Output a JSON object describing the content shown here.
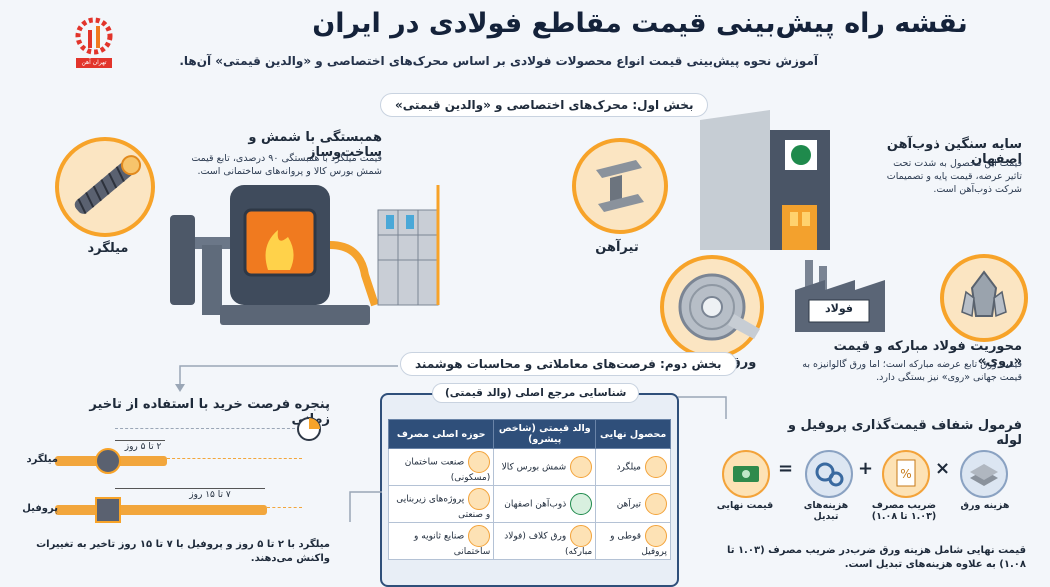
{
  "header": {
    "title": "نقشه راه پیش‌بینی قیمت مقاطع فولادی در ایران",
    "subtitle": "آموزش نحوه پیش‌بینی قیمت انواع محصولات فولادی بر اساس محرک‌های اختصاصی و «والدین قیمتی» آن‌ها.",
    "logo_text": "تهران آهن"
  },
  "section1": {
    "label": "بخش اول: محرک‌های اختصاصی و «والدین قیمتی»",
    "rebar": {
      "heading": "همبستگی با شمش و ساخت‌وساز",
      "body": "قیمت میلگرد با همبستگی ۹۰ درصدی، تابع قیمت شمش بورس کالا و پروانه‌های ساختمانی است.",
      "label": "میلگرد"
    },
    "beam": {
      "heading": "سایه سنگین ذوب‌آهن اصفهان",
      "body": "قیمت این محصول به شدت تحت تاثیر عرضه، قیمت پایه و تصمیمات شرکت ذوب‌آهن است.",
      "label": "تیرآهن"
    },
    "sheet": {
      "heading": "محوریت فولاد مبارکه و قیمت «روی»",
      "body": "قیمت ورق تابع عرضه مبارکه است؛ اما ورق گالوانیزه به قیمت جهانی «روی» نیز بستگی دارد.",
      "label": "ورق فولادی",
      "factory_sign": "فولاد"
    }
  },
  "section2": {
    "label": "بخش دوم: فرصت‌های معاملاتی و محاسبات هوشمند",
    "window": {
      "heading": "پنجره فرصت خرید با استفاده از تاخیر زمانی",
      "rebar_label": "میلگرد",
      "profile_label": "پروفیل",
      "rebar_delay": "۲ تا ۵ روز",
      "profile_delay": "۷ تا ۱۵ روز",
      "note": "میلگرد با ۲ تا ۵ روز و پروفیل با ۷ تا ۱۵ روز تاخیر به تغییرات واکنش می‌دهند."
    },
    "reference": {
      "title": "شناسایی مرجع اصلی (والد قیمتی)",
      "headers": [
        "محصول نهایی",
        "والد قیمتی (شاخص پیشرو)",
        "حوزه اصلی مصرف"
      ],
      "rows": [
        {
          "product": "میلگرد",
          "parent": "شمش بورس کالا",
          "usage": "صنعت ساختمان (مسکونی)"
        },
        {
          "product": "تیرآهن",
          "parent": "ذوب‌آهن اصفهان",
          "usage": "پروژه‌های زیربنایی و صنعتی"
        },
        {
          "product": "قوطی و پروفیل",
          "parent": "ورق کلاف (فولاد مبارکه)",
          "usage": "صنایع ثانویه و ساختمانی"
        }
      ]
    },
    "formula": {
      "heading": "فرمول شفاف قیمت‌گذاری پروفیل و لوله",
      "terms": [
        "هزینه ورق",
        "ضریب مصرف (۱.۰۳ تا ۱.۰۸)",
        "هزینه‌های تبدیل",
        "قیمت نهایی"
      ],
      "ops": [
        "×",
        "+",
        "="
      ],
      "note": "قیمت نهایی شامل هزینه ورق ضرب‌در ضریب مصرف (۱.۰۳ تا ۱.۰۸) به علاوه هزینه‌های تبدیل است."
    }
  },
  "colors": {
    "accent": "#f7a329",
    "navy": "#2f4f7a",
    "bg": "#f3f6fa"
  }
}
